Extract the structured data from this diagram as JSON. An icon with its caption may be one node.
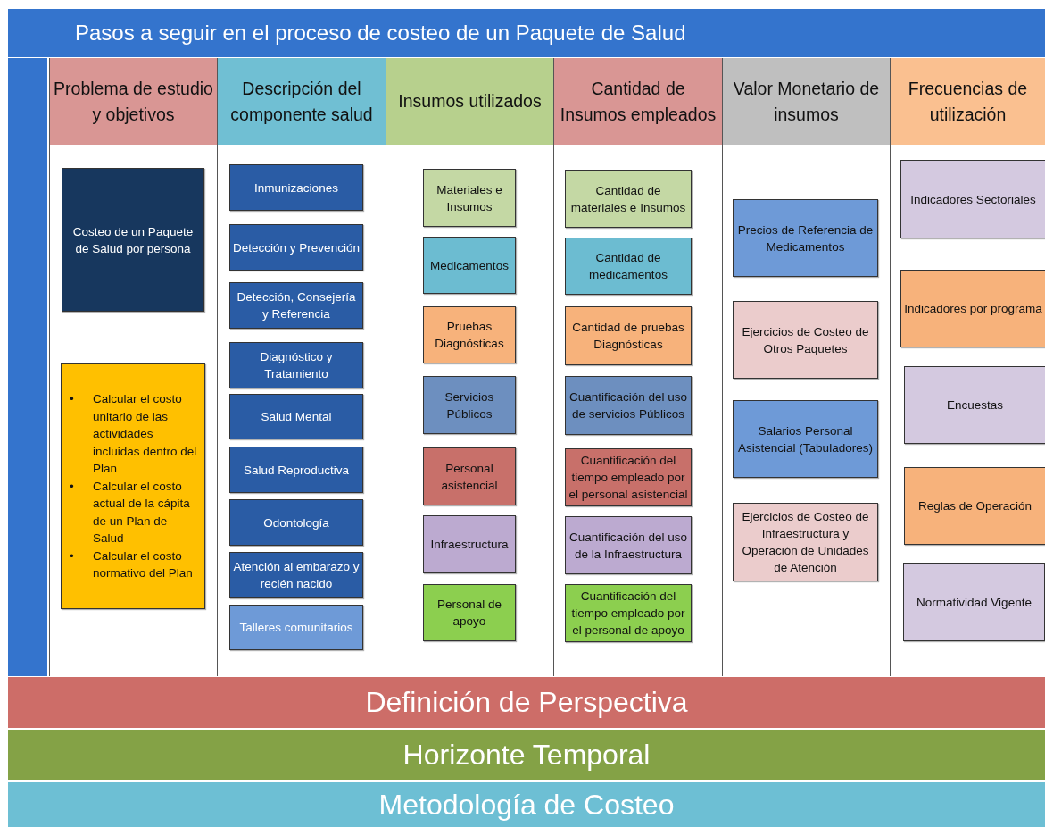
{
  "diagram": {
    "title": "Pasos a seguir en el proceso de costeo de un Paquete de Salud",
    "nodes": [
      {
        "text": [
          "Problema de estudio y objetivos"
        ]
      },
      {
        "text": [
          "Costeo de un Paquete de Salud por persona"
        ],
        "in": 0
      },
      {
        "text": [
          "• Calcular el costo unitario de las actividades incluidas dentro del Plan",
          "• Calcular el costo actual de la cápita de un Plan de Salud",
          "• Calcular el costo normativo del Plan"
        ],
        "in": 0
      },
      {
        "text": [
          "Descripción del componente salud"
        ]
      },
      {
        "text": [
          "Inmunizaciones"
        ],
        "in": 3
      },
      {
        "text": [
          "Detección y Prevención"
        ],
        "in": 3
      },
      {
        "text": [
          "Detección, Consejería y Referencia"
        ],
        "in": 3
      },
      {
        "text": [
          "Diagnóstico y Tratamiento"
        ],
        "in": 3
      },
      {
        "text": [
          "Salud Mental"
        ],
        "in": 3
      },
      {
        "text": [
          "Salud Reproductiva"
        ],
        "in": 3
      },
      {
        "text": [
          "Odontología"
        ],
        "in": 3
      },
      {
        "text": [
          "Atención al embarazo y recién nacido"
        ],
        "in": 3
      },
      {
        "text": [
          "Talleres comunitarios"
        ],
        "in": 3
      },
      {
        "text": [
          "Insumos utilizados"
        ]
      },
      {
        "text": [
          "Materiales e Insumos"
        ],
        "in": 13
      },
      {
        "text": [
          "Medicamentos"
        ],
        "in": 13
      },
      {
        "text": [
          "Pruebas Diagnósticas"
        ],
        "in": 13
      },
      {
        "text": [
          "Servicios Públicos"
        ],
        "in": 13
      },
      {
        "text": [
          "Personal asistencial"
        ],
        "in": 13
      },
      {
        "text": [
          "Infraestructura"
        ],
        "in": 13
      },
      {
        "text": [
          "Personal de apoyo"
        ],
        "in": 13
      },
      {
        "text": [
          "Cantidad de Insumos empleados"
        ]
      },
      {
        "text": [
          "Cantidad de materiales e Insumos"
        ],
        "in": 21
      },
      {
        "text": [
          "Cantidad de medicamentos"
        ],
        "in": 21
      },
      {
        "text": [
          "Cantidad de pruebas Diagnósticas"
        ],
        "in": 21
      },
      {
        "text": [
          "Cuantificación del uso de servicios Públicos"
        ],
        "in": 21
      },
      {
        "text": [
          "Cuantificación del tiempo empleado por el personal asistencial"
        ],
        "in": 21
      },
      {
        "text": [
          "Cuantificación del uso de la Infraestructura"
        ],
        "in": 21
      },
      {
        "text": [
          "Cuantificación del tiempo empleado por el personal de apoyo"
        ],
        "in": 21
      },
      {
        "text": [
          "Valor Monetario de insumos"
        ]
      },
      {
        "text": [
          "Precios de Referencia de Medicamentos"
        ],
        "in": 29
      },
      {
        "text": [
          "Ejercicios de Costeo de Otros Paquetes"
        ],
        "in": 29
      },
      {
        "text": [
          "Salarios Personal Asistencial (Tabuladores)"
        ],
        "in": 29
      },
      {
        "text": [
          "Ejercicios de Costeo de Infraestructura y Operación de Unidades de Atención"
        ],
        "in": 29
      },
      {
        "text": [
          "Frecuencias de utilización"
        ]
      },
      {
        "text": [
          "Indicadores Sectoriales"
        ],
        "in": 34
      },
      {
        "text": [
          "Indicadores por programa"
        ],
        "in": 34
      },
      {
        "text": [
          "Encuestas"
        ],
        "in": 34
      },
      {
        "text": [
          "Reglas de Operación"
        ],
        "in": 34
      },
      {
        "text": [
          "Normatividad Vigente"
        ],
        "in": 34
      },
      {
        "text": [
          "Definición de Perspectiva"
        ]
      },
      {
        "text": [
          "Horizonte Temporal"
        ]
      },
      {
        "text": [
          "Metodología de Costeo"
        ]
      },
      {
        "text": [],
        "shape": "bar"
      }
    ]
  }
}
